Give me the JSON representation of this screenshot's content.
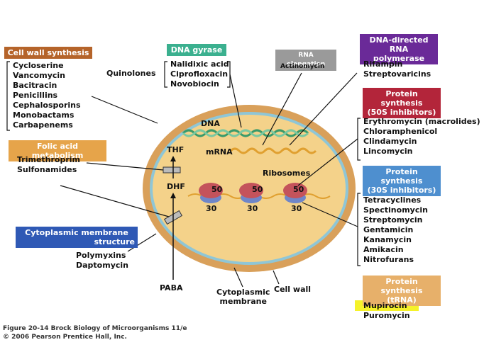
{
  "colors": {
    "cell_wall_header": "#b5642a",
    "dna_gyrase_header": "#3bb08f",
    "rna_elongation_header": "#9a9a9a",
    "rna_polymerase_header": "#6a2a98",
    "protein50s_header": "#b3253a",
    "folic_header": "#e6a44a",
    "protein30s_header": "#4e8fcf",
    "cytoplasmic_header": "#2f59b5",
    "trna_header": "#e7b06a",
    "highlight": "#f5f22a",
    "cell_wall": "#d9a05a",
    "cytoplasm": "#f4d28a",
    "membrane": "#8fc6d6"
  },
  "groups": {
    "cell_wall": {
      "title": "Cell wall synthesis",
      "items": [
        "Cycloserine",
        "Vancomycin",
        "Bacitracin",
        "Penicillins",
        "Cephalosporins",
        "Monobactams",
        "Carbapenems"
      ]
    },
    "dna_gyrase": {
      "title": "DNA gyrase",
      "prefix": "Quinolones",
      "items": [
        "Nalidixic acid",
        "Ciprofloxacin",
        "Novobiocin"
      ]
    },
    "rna_elongation": {
      "title": "RNA elongation",
      "items": [
        "Actinomycin"
      ]
    },
    "rna_polymerase": {
      "title_line1": "DNA-directed RNA",
      "title_line2": "polymerase",
      "items": [
        "Rifampin",
        "Streptovaricins"
      ]
    },
    "protein50s": {
      "title_line1": "Protein synthesis",
      "title_line2": "(50S inhibitors)",
      "items": [
        "Erythromycin (macrolides)",
        "Chloramphenicol",
        "Clindamycin",
        "Lincomycin"
      ]
    },
    "folic": {
      "title": "Folic acid metabolism",
      "items": [
        "Trimethroprim",
        "Sulfonamides"
      ]
    },
    "protein30s": {
      "title_line1": "Protein synthesis",
      "title_line2": "(30S inhibitors)",
      "items": [
        "Tetracyclines",
        "Spectinomycin",
        "Streptomycin",
        "Gentamicin",
        "Kanamycin",
        "Amikacin",
        "Nitrofurans"
      ]
    },
    "cytoplasmic": {
      "title_line1": "Cytoplasmic membrane",
      "title_line2": "structure",
      "items": [
        "Polymyxins",
        "Daptomycin"
      ]
    },
    "trna": {
      "title_line1": "Protein synthesis",
      "title_line2": "(tRNA)",
      "items": [
        "Mupirocin",
        "Puromycin"
      ]
    }
  },
  "cell_labels": {
    "dna": "DNA",
    "mrna": "mRNA",
    "thf": "THF",
    "dhf": "DHF",
    "ribosomes": "Ribosomes",
    "r50": "50",
    "r30": "30",
    "paba": "PABA",
    "cytoplasmic_membrane_1": "Cytoplasmic",
    "cytoplasmic_membrane_2": "membrane",
    "cell_wall": "Cell wall"
  },
  "caption": {
    "line1": "Figure 20-14 Brock Biology of Microorganisms 11/e",
    "line2": "© 2006 Pearson Prentice Hall, Inc."
  }
}
